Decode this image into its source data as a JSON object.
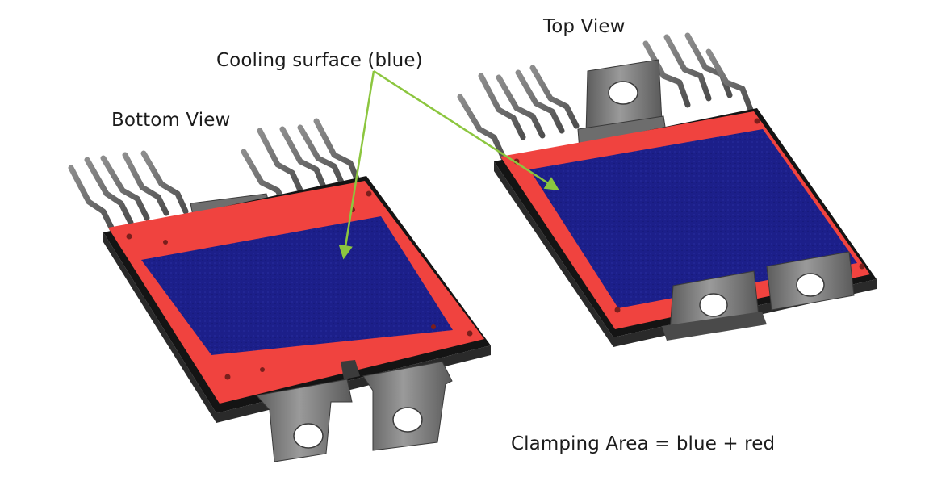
{
  "labels": {
    "top_view": "Top View",
    "cooling_surface": "Cooling surface (blue)",
    "bottom_view": "Bottom View",
    "clamping_area": "Clamping Area = blue + red"
  },
  "colors": {
    "cooling_surface": "#1c1f8a",
    "clamping_border": "#f0433f",
    "arrow": "#8cc63f",
    "metal": "#7b7b7b",
    "body_edge": "#1a1a1a"
  }
}
